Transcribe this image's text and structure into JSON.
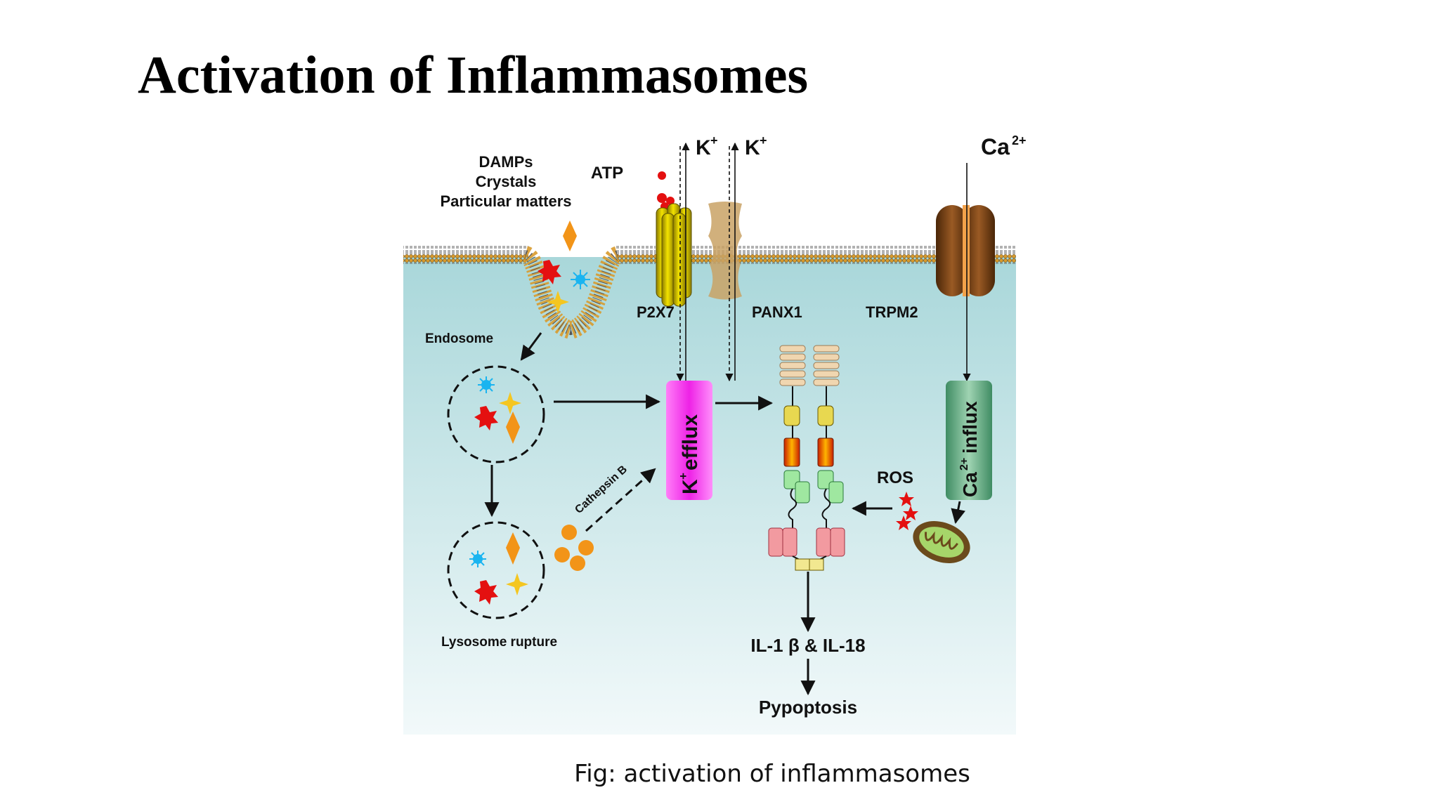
{
  "slide": {
    "title": "Activation of Inflammasomes",
    "caption": "Fig: activation of inflammasomes"
  },
  "diagram": {
    "stimuli": [
      "DAMPs",
      "Crystals",
      "Particular matters"
    ],
    "atp": "ATP",
    "k_ion": "K",
    "ca_ion": "Ca",
    "ca_charge": "2+",
    "plus": "+",
    "channels": {
      "p2x7": "P2X7",
      "panx1": "PANX1",
      "trpm2": "TRPM2"
    },
    "endosome": "Endosome",
    "lysosome": "Lysosome rupture",
    "cathepsin": "Cathepsin B",
    "k_efflux": "efflux",
    "ca_influx": "influx",
    "ros": "ROS",
    "cytokines": "IL-1 β & IL-18",
    "outcome": "Pypoptosis",
    "colors": {
      "cytoplasm_top": "#a9d7da",
      "cytoplasm_bottom": "#f2f9fa",
      "k_efflux_box": "#ee22e6",
      "ca_influx_box": "#5fa97f",
      "p2x7": "#d8c400",
      "panx1": "#c9a265",
      "trpm2": "#7a4418"
    }
  }
}
